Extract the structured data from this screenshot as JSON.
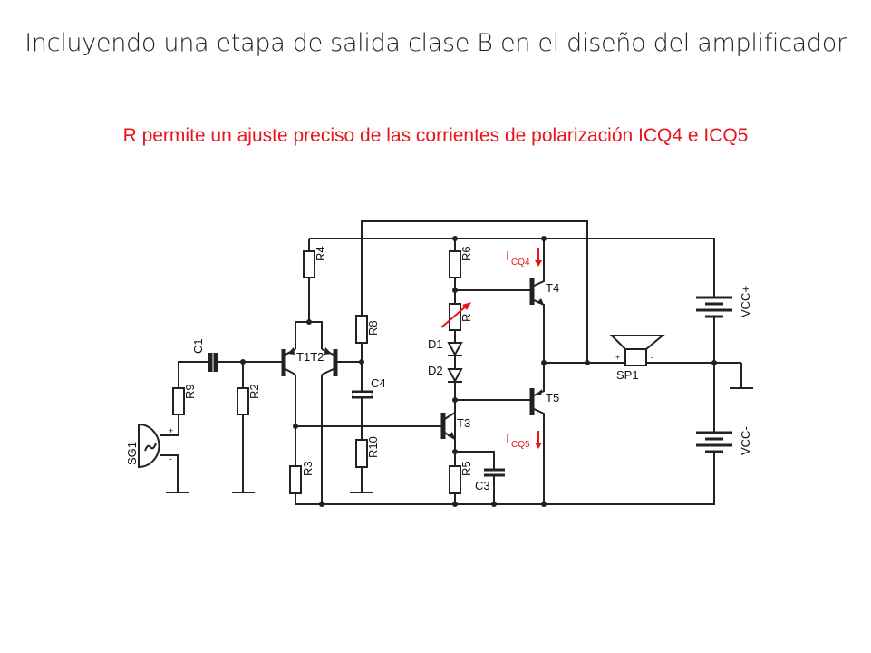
{
  "slide": {
    "title": "Incluyendo una etapa de salida clase B en el diseño del amplificador",
    "subtitle": "R permite un ajuste preciso de las corrientes de polarización ICQ4 e ICQ5"
  },
  "circuit": {
    "labels": {
      "R4": "R4",
      "R6": "R6",
      "R8": "R8",
      "R": "R",
      "R9": "R9",
      "R2": "R2",
      "R3": "R3",
      "R10": "R10",
      "R5": "R5",
      "C1": "C1",
      "C4": "C4",
      "C3": "C3",
      "D1": "D1",
      "D2": "D2",
      "T1T2": "T1T2",
      "T3": "T3",
      "T4": "T4",
      "T5": "T5",
      "SG1": "SG1",
      "SP1": "SP1",
      "VCCp": "VCC+",
      "VCCm": "VCC-",
      "plus": "+",
      "minus": "-"
    },
    "currents": {
      "icq4_main": "I",
      "icq4_sub": "CQ4",
      "icq5_main": "I",
      "icq5_sub": "CQ5"
    },
    "accent_color": "#e8141b"
  }
}
